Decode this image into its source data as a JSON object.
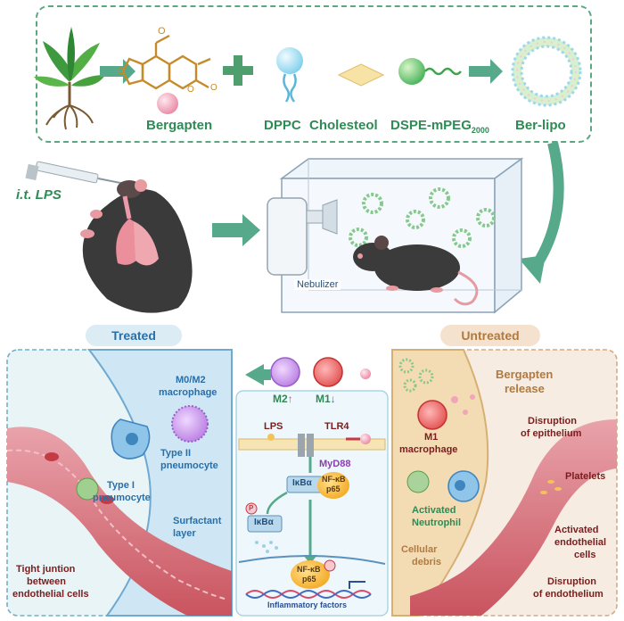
{
  "top_panel": {
    "bergapten": "Bergapten",
    "dppc": "DPPC",
    "cholesterol": "Cholesteol",
    "dspe": "DSPE-mPEG",
    "dspe_sub": "2000",
    "ber_lipo": "Ber-lipo"
  },
  "middle": {
    "lps_label": "i.t. LPS",
    "nebulizer": "Nebulizer"
  },
  "treated": {
    "title": "Treated",
    "m0m2": "M0/M2",
    "macrophage": "macrophage",
    "type2_a": "Type II",
    "type2_b": "pneumocyte",
    "type1_a": "Type I",
    "type1_b": "pneumocyte",
    "surfactant_a": "Surfactant",
    "surfactant_b": "layer",
    "tight_a": "Tight juntion",
    "tight_b": "between",
    "tight_c": "endothelial cells"
  },
  "center": {
    "m2": "M2",
    "m2_arrow": "↑",
    "m1": "M1",
    "m1_arrow": "↓",
    "lps": "LPS",
    "tlr4": "TLR4",
    "myd88": "MyD88",
    "ikba": "IκBα",
    "ikba2": "IκBα",
    "nfkb": "NF-κB",
    "p65": "p65",
    "nfkb2": "NF-κB",
    "p65b": "p65",
    "p_symbol": "P",
    "inflammatory": "Inflammatory factors"
  },
  "untreated": {
    "title": "Untreated",
    "release_a": "Bergapten",
    "release_b": "release",
    "m1_a": "M1",
    "m1_b": "macrophage",
    "disruption_epi_a": "Disruption",
    "disruption_epi_b": "of epithelium",
    "platelets": "Platelets",
    "activated_a": "Activated",
    "activated_b": "Neutrophil",
    "act_endo_a": "Activated",
    "act_endo_b": "endothelial",
    "act_endo_c": "cells",
    "debris_a": "Cellular",
    "debris_b": "debris",
    "disruption_endo_a": "Disruption",
    "disruption_endo_b": "of endothelium"
  },
  "colors": {
    "green_text": "#2f8a55",
    "blue_text": "#2a6fa8",
    "red_text": "#7a1d1d",
    "treated_bg": "#e4f2f6",
    "untreated_bg": "#f6ece2"
  }
}
